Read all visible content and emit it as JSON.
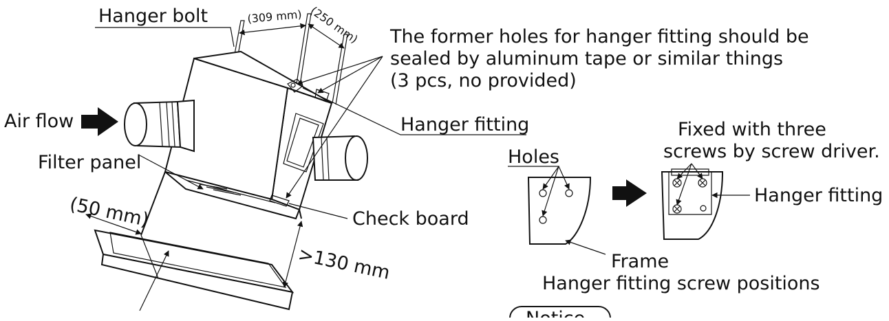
{
  "labels": {
    "hanger_bolt": "Hanger bolt",
    "dim_309": "(309 mm)",
    "dim_250": "(250 mm)",
    "former_holes_line1": "The former holes for hanger fitting should be",
    "former_holes_line2": "sealed by aluminum tape or similar things",
    "former_holes_line3": "(3 pcs, no provided)",
    "air_flow": "Air flow",
    "hanger_fitting_main": "Hanger fitting",
    "filter_panel": "Filter panel",
    "check_board": "Check board",
    "dim_50": "(50 mm)",
    "dim_130": ">130 mm"
  },
  "detail": {
    "holes": "Holes",
    "fixed_line1": "Fixed with three",
    "fixed_line2": "screws by screw driver.",
    "hanger_fitting": "Hanger fitting",
    "frame": "Frame",
    "caption": "Hanger fitting screw positions",
    "notice": "Notice"
  },
  "colors": {
    "ink": "#111111",
    "background": "#ffffff"
  }
}
